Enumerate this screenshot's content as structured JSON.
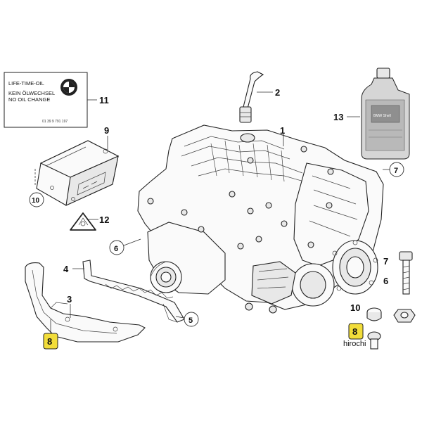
{
  "label": {
    "line1": "LIFE-TIME-OIL",
    "line2": "KEIN ÖLWECHSEL",
    "line3": "NO OIL CHANGE",
    "part_number": "01 39 9 791 197"
  },
  "bottle": {
    "brand": "BMW Shell"
  },
  "callouts": {
    "c1": "1",
    "c2": "2",
    "c3": "3",
    "c4": "4",
    "c5": "5",
    "c6": "6",
    "c6b": "6",
    "c7": "7",
    "c7b": "7",
    "c8": "8",
    "c8b": "8",
    "c9": "9",
    "c10": "10",
    "c10b": "10",
    "c11": "11",
    "c12": "12",
    "c13": "13"
  },
  "watermark": "hirochi",
  "colors": {
    "highlight": "#f2dd3a",
    "line": "#222222",
    "bottle": "#c9c9c9"
  }
}
